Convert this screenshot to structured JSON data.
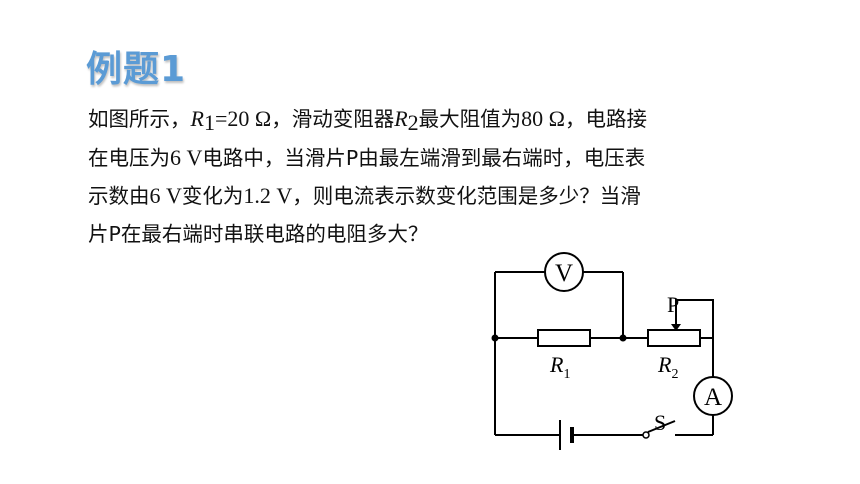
{
  "title": "例题1",
  "problem": {
    "line1": {
      "pre": "如图所示，",
      "r1_symbol": "R",
      "r1_sub": "1",
      "r1_value": "=20 Ω",
      "mid": "，滑动变阻器",
      "r2_symbol": "R",
      "r2_sub": "2",
      "mid2": "最大阻值为",
      "r2_max": "80 Ω",
      "post": "，电路接"
    },
    "line2": {
      "pre": "在电压为",
      "voltage": "6 V",
      "post": "电路中，当滑片P由最左端滑到最右端时，电压表"
    },
    "line3": {
      "pre": "示数由",
      "v_start": "6 V",
      "mid": "变化为",
      "v_end": "1.2 V",
      "post": "，则电流表示数变化范围是多少？当滑"
    },
    "line4": "片P在最右端时串联电路的电阻多大？"
  },
  "circuit": {
    "voltmeter": "V",
    "ammeter": "A",
    "switch": "S",
    "slider": "P",
    "r1_symbol": "R",
    "r1_sub": "1",
    "r2_symbol": "R",
    "r2_sub": "2"
  }
}
